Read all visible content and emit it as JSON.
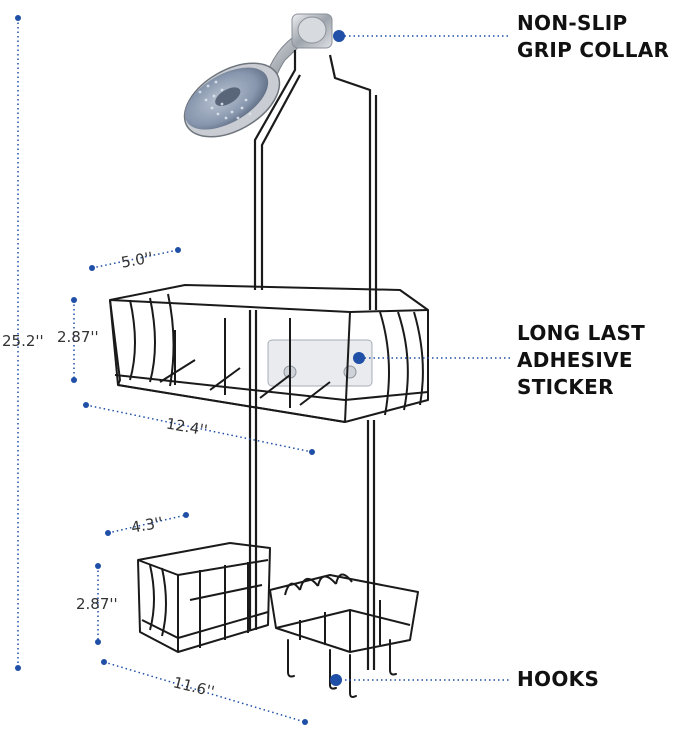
{
  "dimensions": {
    "total_height": "25.2''",
    "top_basket_width": "5.0''",
    "top_basket_height": "2.87''",
    "top_basket_length": "12.4''",
    "bottom_basket_width": "4.3''",
    "bottom_basket_height": "2.87''",
    "bottom_basket_length": "11.6''"
  },
  "callouts": {
    "grip_collar": [
      "NON-SLIP",
      "GRIP COLLAR"
    ],
    "adhesive": [
      "LONG LAST",
      "ADHESIVE",
      "STICKER"
    ],
    "hooks": [
      "HOOKS"
    ]
  },
  "colors": {
    "accent_blue": "#1f4fa6",
    "wire_black": "#1a1a1a",
    "chrome": "#b8bcc2"
  },
  "icons": {
    "photo": "shower-caddy-product-photo"
  }
}
